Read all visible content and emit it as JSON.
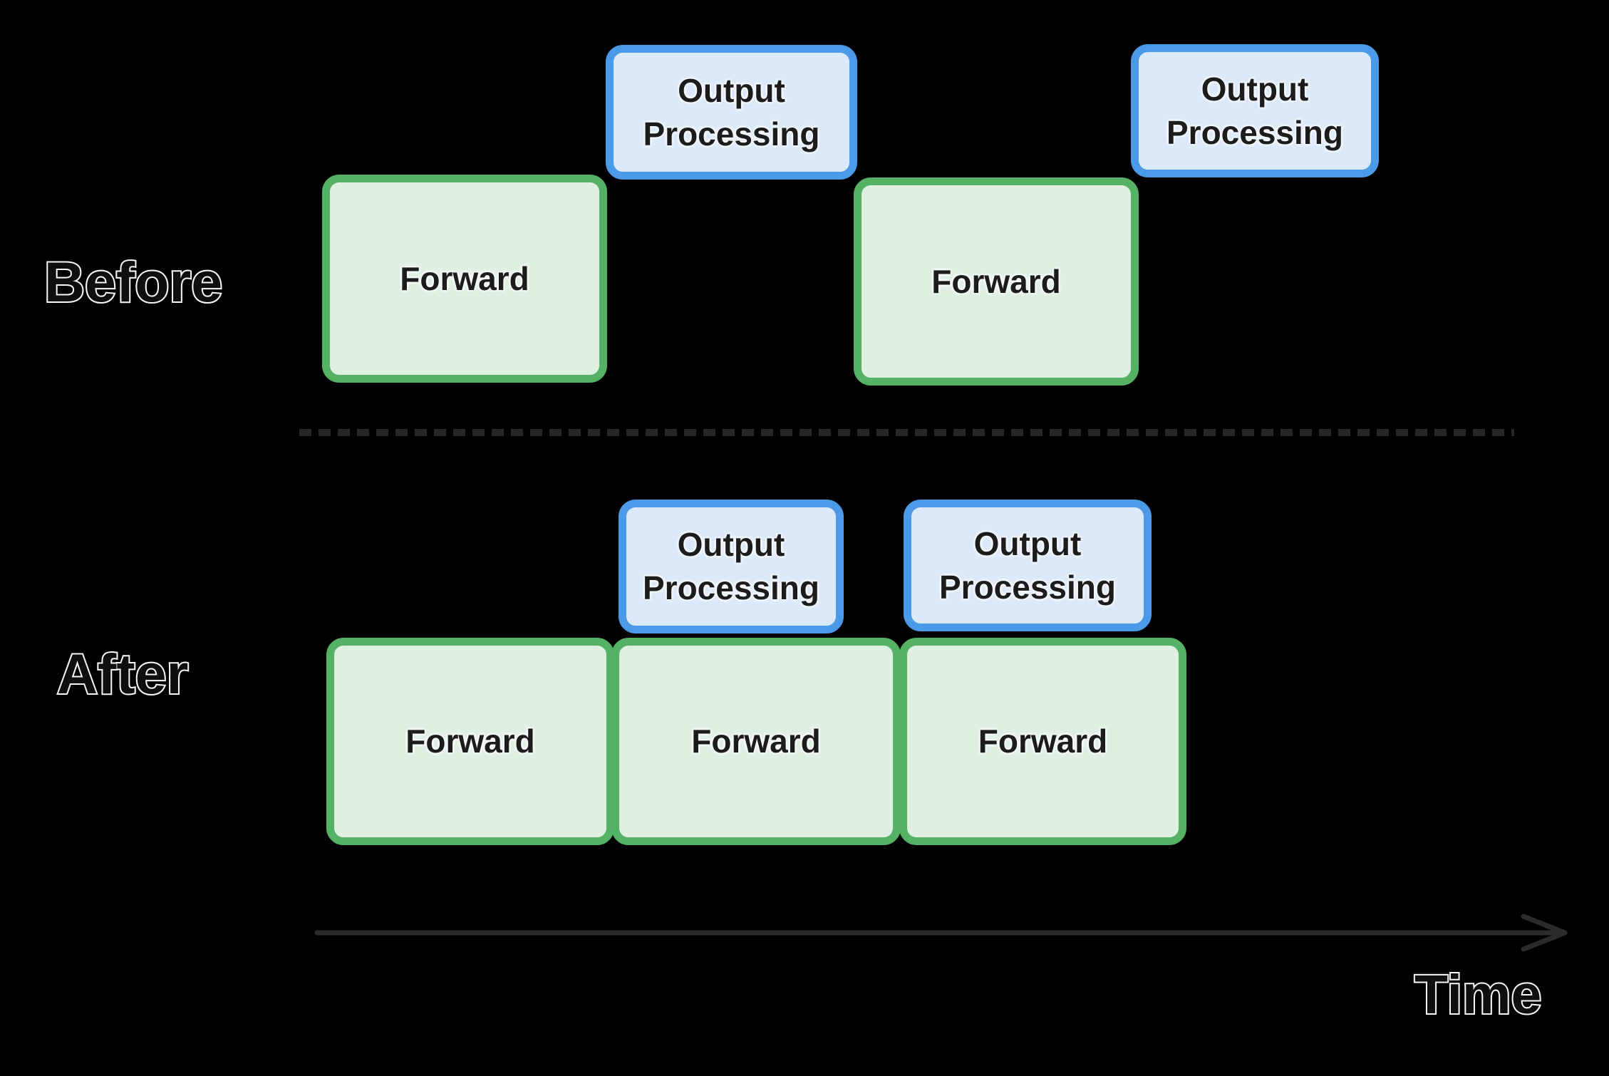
{
  "diagram": {
    "background": "#000000",
    "rows": {
      "before": {
        "label": "Before",
        "forward_boxes": [
          {
            "label": "Forward"
          },
          {
            "label": "Forward"
          }
        ],
        "output_boxes": [
          {
            "label": "Output Processing"
          },
          {
            "label": "Output Processing"
          }
        ]
      },
      "after": {
        "label": "After",
        "forward_boxes": [
          {
            "label": "Forward"
          },
          {
            "label": "Forward"
          },
          {
            "label": "Forward"
          }
        ],
        "output_boxes": [
          {
            "label": "Output Processing"
          },
          {
            "label": "Output Processing"
          }
        ]
      }
    },
    "timeline": {
      "label": "Time"
    },
    "colors": {
      "background": "#000000",
      "forward_fill": "#dff0e3",
      "forward_border": "#55b264",
      "output_fill": "#dce9fa",
      "output_border": "#4a9ae8",
      "box_text": "#1c1c1c",
      "divider_dash": "#272727",
      "timeline_arrow": "#2b2b2b",
      "label_text": "#0f0f0f",
      "label_outline": "#f8f8f8"
    }
  }
}
